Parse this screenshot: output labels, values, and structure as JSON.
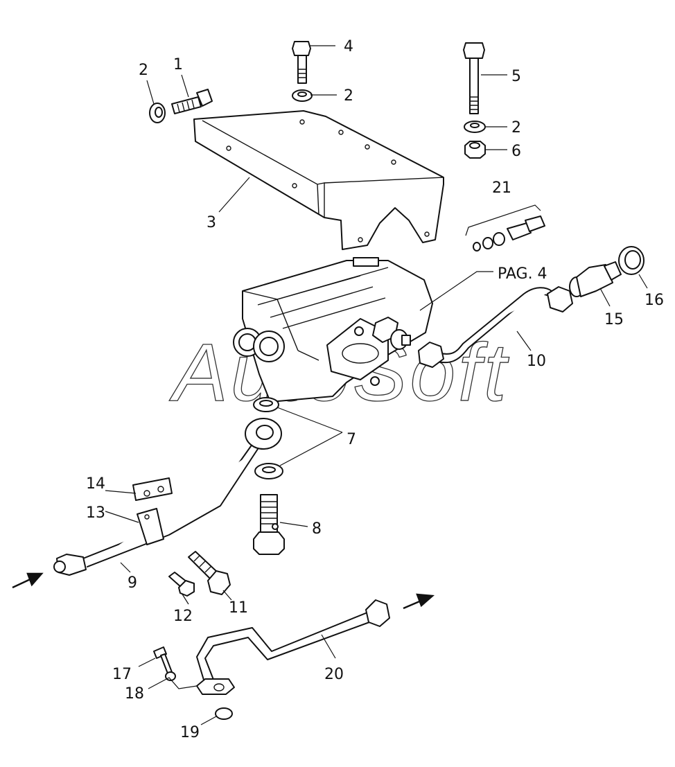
{
  "watermark": "AutoSoft",
  "reference": "PAG. 4",
  "callouts": {
    "c1": "1",
    "c2a": "2",
    "c2b": "2",
    "c2c": "2",
    "c3": "3",
    "c4": "4",
    "c5": "5",
    "c6": "6",
    "c7": "7",
    "c8": "8",
    "c9": "9",
    "c10": "10",
    "c11": "11",
    "c12": "12",
    "c13": "13",
    "c14": "14",
    "c15": "15",
    "c16": "16",
    "c17": "17",
    "c18": "18",
    "c19": "19",
    "c20": "20",
    "c21": "21"
  },
  "flow_arrows": [
    "inlet-arrow",
    "outlet-arrow"
  ]
}
